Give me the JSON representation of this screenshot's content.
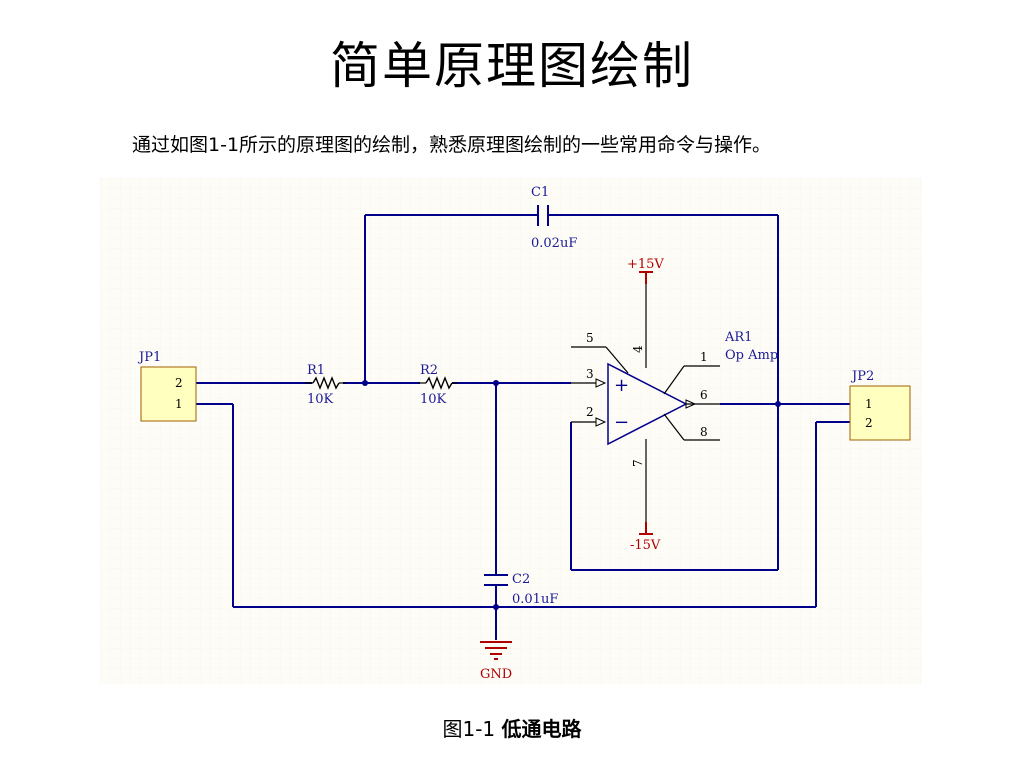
{
  "page": {
    "title": "简单原理图绘制",
    "intro": "通过如图1-1所示的原理图的绘制，熟悉原理图绘制的一些常用命令与操作。",
    "caption_fig": "图1-1",
    "caption_text": "低通电路"
  },
  "schematic": {
    "colors": {
      "grid_bg": "#fdfcf7",
      "grid_line": "#ede8dc",
      "wire": "#00008b",
      "part": "#000000",
      "part_red": "#b00000",
      "label_blue": "#1a1a9a",
      "connector_fill": "#ffffc0",
      "connector_stroke": "#a06000"
    },
    "jp1": {
      "ref": "JP1",
      "pin_top": "2",
      "pin_bottom": "1"
    },
    "jp2": {
      "ref": "JP2",
      "pin_top": "1",
      "pin_bottom": "2"
    },
    "r1": {
      "ref": "R1",
      "value": "10K"
    },
    "r2": {
      "ref": "R2",
      "value": "10K"
    },
    "c1": {
      "ref": "C1",
      "value": "0.02uF"
    },
    "c2": {
      "ref": "C2",
      "value": "0.01uF"
    },
    "ar1": {
      "ref": "AR1",
      "type": "Op Amp",
      "plus_symbol": "+",
      "minus_symbol": "−",
      "pins": {
        "p1": "1",
        "p2": "2",
        "p3": "3",
        "p4": "4",
        "p5": "5",
        "p6": "6",
        "p7": "7",
        "p8": "8"
      }
    },
    "vcc_pos": "+15V",
    "vcc_neg": "-15V",
    "gnd": "GND"
  }
}
